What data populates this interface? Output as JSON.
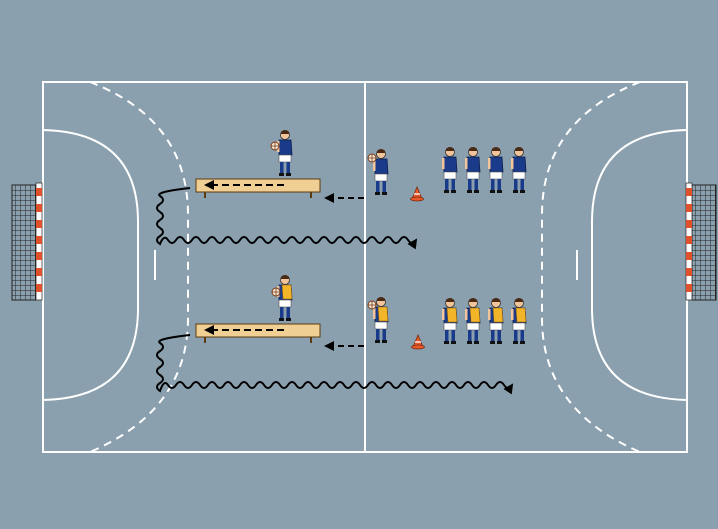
{
  "diagram": {
    "kind": "handball drill diagram",
    "colors": {
      "court": "#8aa0ae",
      "lines": "#ffffff",
      "bench": "#f0cf95",
      "team_blue": "#1a3a8a",
      "team_bib": "#f2b52a",
      "shorts": "#ffffff",
      "cone": "#e8582a",
      "goal_net": "#2a2a2a",
      "goal_post": "#e0502a",
      "arrow": "#000000"
    },
    "lanes": [
      {
        "name": "upper-lane",
        "team": "blue",
        "queue_players": 4
      },
      {
        "name": "lower-lane",
        "team": "bib",
        "queue_players": 4
      }
    ],
    "icons": [
      "bench",
      "cone",
      "goal",
      "dashed-arrow",
      "wavy-arrow",
      "player",
      "ball"
    ]
  }
}
